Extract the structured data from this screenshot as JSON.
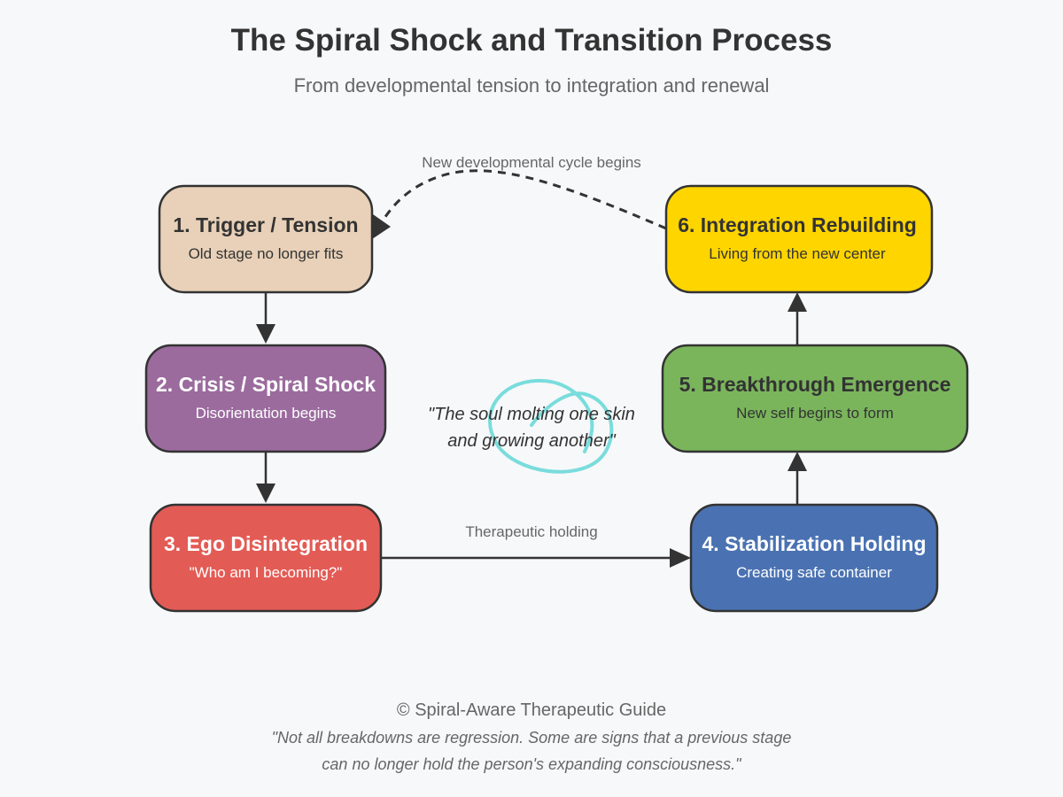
{
  "title": "The Spiral Shock and Transition Process",
  "subtitle": "From developmental tension to integration and renewal",
  "colors": {
    "background": "#f7f8fa",
    "stroke": "#333333",
    "trigger": "#e8d1b8",
    "crisis": "#9b6b9e",
    "ego": "#e35b55",
    "stabilization": "#4a72b2",
    "breakthrough": "#7ab55c",
    "integration": "#ffd500",
    "accent_swirl": "#7adcdc"
  },
  "nodes": [
    {
      "id": "trigger",
      "title": "1. Trigger / Tension",
      "subtitle": "Old stage no longer fits"
    },
    {
      "id": "crisis",
      "title": "2. Crisis / Spiral Shock",
      "subtitle": "Disorientation begins"
    },
    {
      "id": "ego",
      "title": "3. Ego Disintegration",
      "subtitle": "\"Who am I becoming?\""
    },
    {
      "id": "stabilization",
      "title": "4. Stabilization Holding",
      "subtitle": "Creating safe container"
    },
    {
      "id": "breakthrough",
      "title": "5. Breakthrough Emergence",
      "subtitle": "New self begins to form"
    },
    {
      "id": "integration",
      "title": "6. Integration Rebuilding",
      "subtitle": "Living from the new center"
    }
  ],
  "edges": {
    "therapeutic_label": "Therapeutic holding",
    "cycle_label": "New developmental cycle begins"
  },
  "quote": {
    "line1": "\"The soul molting one skin",
    "line2": "and growing another\"",
    "icon": "spiral-swirl-icon"
  },
  "footer": {
    "credit": "© Spiral-Aware Therapeutic Guide",
    "note_line1": "\"Not all breakdowns are regression. Some are signs that a previous stage",
    "note_line2": "can no longer hold the person's expanding consciousness.\""
  }
}
